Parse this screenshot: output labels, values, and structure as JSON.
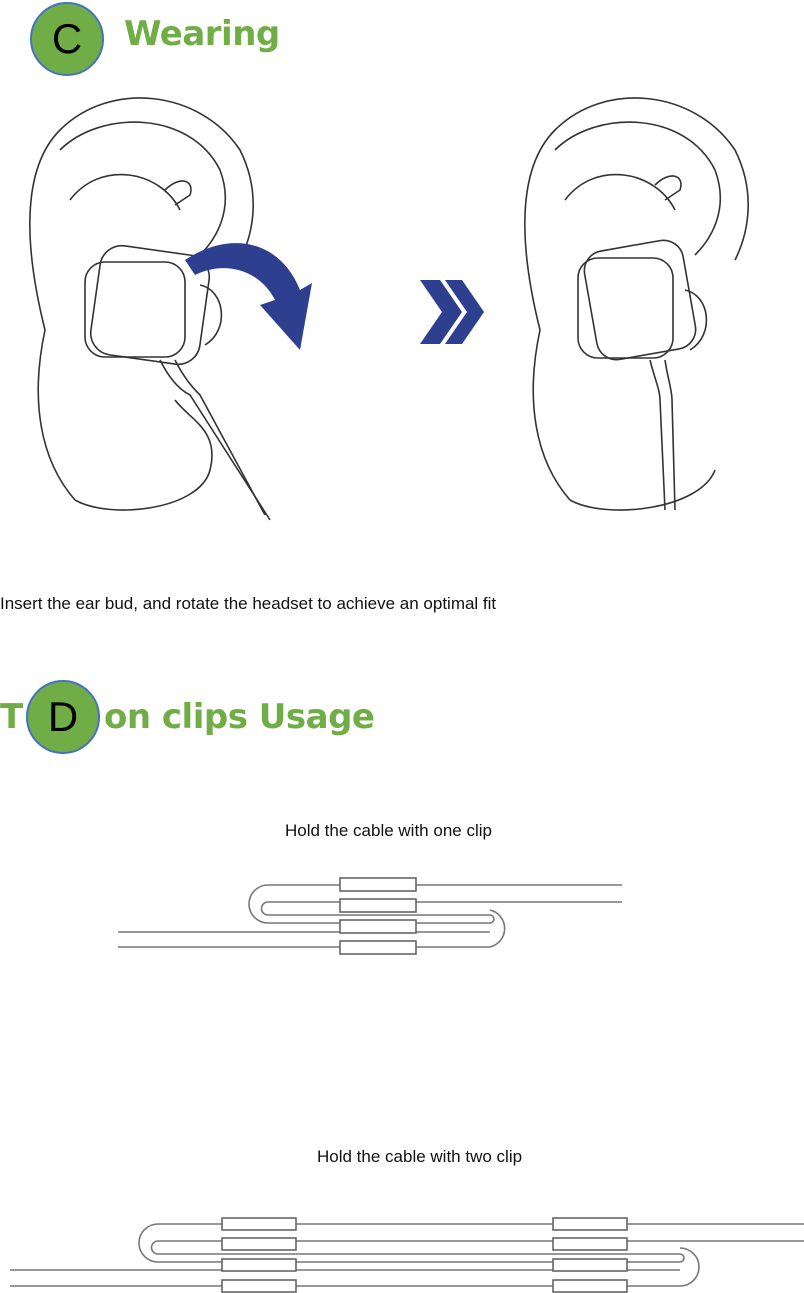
{
  "section_c": {
    "badge": "C",
    "title": "Wearing",
    "caption": "Insert the ear bud, and rotate the headset to achieve an optimal fit"
  },
  "section_d": {
    "badge": "D",
    "title_prefix": "T",
    "title": "on clips Usage",
    "one_clip_caption": "Hold the cable with one clip",
    "two_clip_caption": "Hold the cable with two clip"
  },
  "colors": {
    "heading": "#70ad47",
    "badge_border": "#4472c4",
    "arrow": "#2e3f8f"
  }
}
